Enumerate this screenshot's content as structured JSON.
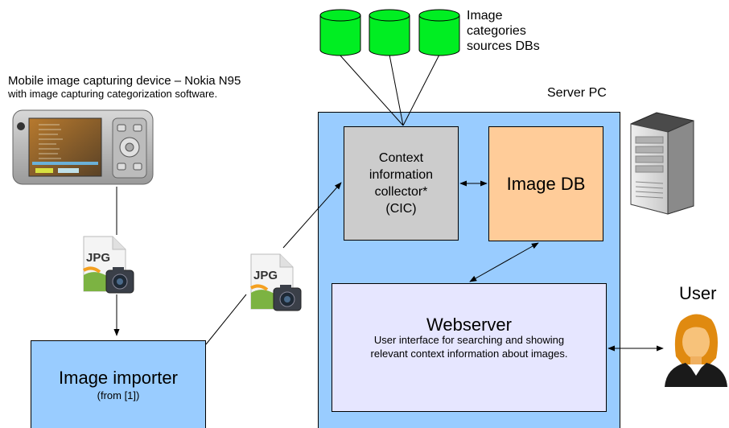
{
  "device": {
    "caption_line1": "Mobile image capturing device – Nokia N95",
    "caption_line2": "with image capturing categorization software."
  },
  "jpg_icons": {
    "label": "JPG"
  },
  "importer": {
    "title": "Image importer",
    "subtitle": "(from [1])"
  },
  "databases": {
    "label_lines": [
      "Image",
      "categories",
      "sources DBs"
    ],
    "color": "#00ee22"
  },
  "server": {
    "label": "Server PC",
    "color": "#99ccff"
  },
  "cic": {
    "lines": [
      "Context",
      "information",
      "collector*",
      "(CIC)"
    ],
    "color": "#cccccc"
  },
  "image_db": {
    "label": "Image DB",
    "color": "#ffcc99"
  },
  "webserver": {
    "title": "Webserver",
    "description_line1": "User interface for searching and showing",
    "description_line2": "relevant context information about images.",
    "color": "#e6e6ff"
  },
  "user": {
    "label": "User"
  }
}
